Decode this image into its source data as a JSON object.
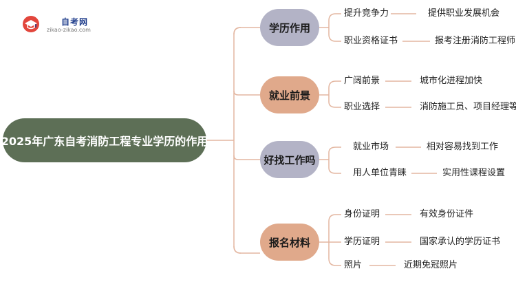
{
  "logo": {
    "title": "自考网",
    "url": "zikao-zikao.com"
  },
  "root": {
    "label": "2025年广东自考消防工程专业学历的作用"
  },
  "colors": {
    "root": "#5d6f56",
    "branch_cool": "#b3b3c6",
    "branch_warm": "#e0a98b",
    "connector": "#e3b6a0"
  },
  "branches": [
    {
      "label": "学历作用",
      "items": [
        {
          "term": "提升竞争力",
          "detail": "提供职业发展机会"
        },
        {
          "term": "职业资格证书",
          "detail": "报考注册消防工程师"
        }
      ]
    },
    {
      "label": "就业前景",
      "items": [
        {
          "term": "广阔前景",
          "detail": "城市化进程加快"
        },
        {
          "term": "职业选择",
          "detail": "消防施工员、项目经理等"
        }
      ]
    },
    {
      "label": "好找工作吗",
      "items": [
        {
          "term": "就业市场",
          "detail": "相对容易找到工作"
        },
        {
          "term": "用人单位青睐",
          "detail": "实用性课程设置"
        }
      ]
    },
    {
      "label": "报名材料",
      "items": [
        {
          "term": "身份证明",
          "detail": "有效身份证件"
        },
        {
          "term": "学历证明",
          "detail": "国家承认的学历证书"
        },
        {
          "term": "照片",
          "detail": "近期免冠照片"
        }
      ]
    }
  ]
}
